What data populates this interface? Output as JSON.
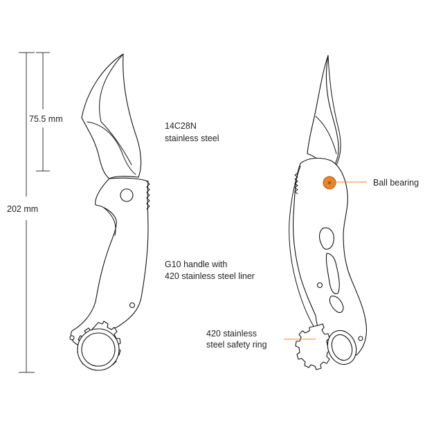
{
  "dimensions": {
    "blade_length": "75.5 mm",
    "overall_length": "202 mm"
  },
  "callouts": {
    "blade_steel_line1": "14C28N",
    "blade_steel_line2": "stainless steel",
    "handle_line1": "G10 handle with",
    "handle_line2": "420 stainless steel liner",
    "bearing": "Ball bearing",
    "ring_line1": "420 stainless",
    "ring_line2": "steel safety ring"
  },
  "colors": {
    "accent": "#E8852A",
    "line": "#111111",
    "text": "#222222"
  }
}
